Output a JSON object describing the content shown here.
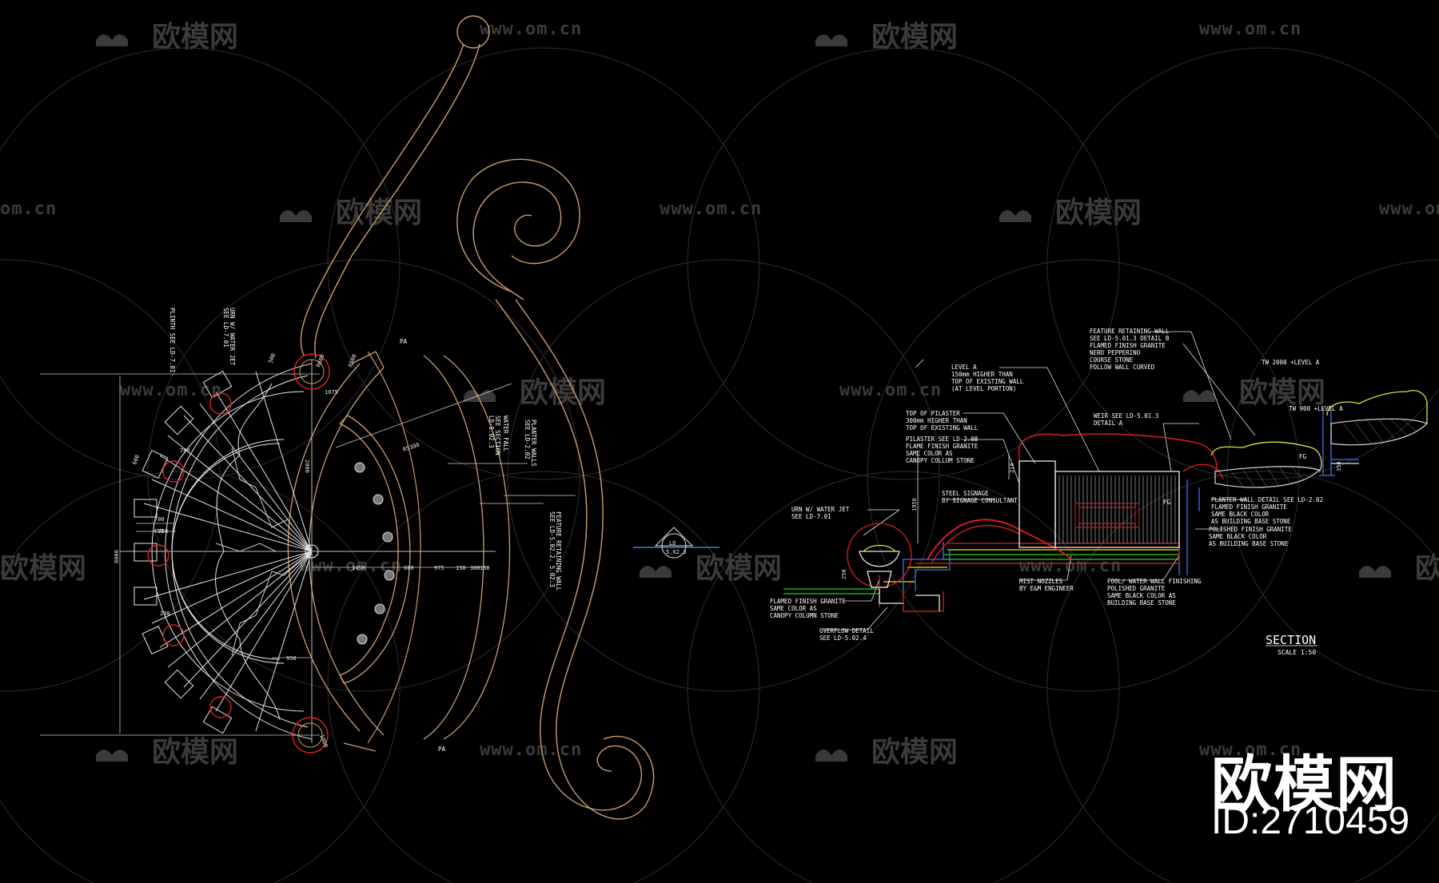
{
  "watermark": {
    "brand": "欧模网",
    "url": "www.om.cn",
    "url_short": "om.cn",
    "logo_big": "欧模网",
    "id": "ID:2710459"
  },
  "plan": {
    "labels": [
      {
        "t": "PLINTH SEE LD-7.01"
      },
      {
        "t": "URN W/ WATER JET"
      },
      {
        "t": "SEE LD-7.01"
      },
      {
        "t": "WATER FALL"
      },
      {
        "t": "SEE SECTION"
      },
      {
        "t": "LD-5.02.3"
      },
      {
        "t": "PLANTER WALLS"
      },
      {
        "t": "SEE LD-2.02"
      },
      {
        "t": "FEATURE RETAINING WALL"
      },
      {
        "t": "SEE LD-5.02.2, 5.02.3"
      },
      {
        "t": "PA"
      },
      {
        "t": "PA"
      }
    ],
    "dims": [
      "8000",
      "1450",
      "600",
      "975",
      "150",
      "300",
      "150",
      "950",
      "700",
      "750",
      "1075",
      "R5300",
      "2000",
      "R600",
      "R500",
      "600",
      "1000",
      "700",
      "450",
      "200",
      "500"
    ],
    "section_marker": {
      "top": "LD",
      "bottom": "5.02.3"
    }
  },
  "section": {
    "title": "SECTION",
    "scale": "SCALE 1:50",
    "notes": [
      [
        "FEATURE RETAINING WALL",
        "SEE LD-5.01.3 DETAIL B",
        "FLAMED FINISH GRANITE",
        "NERO PEPPERINO",
        "COURSE STONE",
        "FOLLOW WALL CURVED"
      ],
      [
        "LEVEL A",
        "150mm HIGHER THAN",
        "TOP OF EXISTING WALL",
        "(AT LEVEL PORTION)"
      ],
      [
        "TOP OF PILASTER",
        "300mm HIGHER THAN",
        "TOP OF EXISTING WALL"
      ],
      [
        "PILASTER SEE LD-2.08",
        "FLAME FINISH GRANITE",
        "SAME COLOR AS",
        "CANOPY COLLUM STONE"
      ],
      [
        "STEEL SIGNAGE",
        "BY SIGNAGE CONSULTANT"
      ],
      [
        "URN W/ WATER JET",
        "SEE LD-7.01"
      ],
      [
        "FLAMED FINISH GRANITE",
        "SAME COLOR AS",
        "CANOPY COLUMN STONE"
      ],
      [
        "OVERFLOW DETAIL",
        "SEE LD-5.02.4"
      ],
      [
        "MIST NOZZLES",
        "BY E&M ENGINEER"
      ],
      [
        "POOL/ WATER WALL FINISHING",
        "POLISHED GRANITE",
        "SAME BLACK COLOR AS",
        "BUILDING BASE STONE"
      ],
      [
        "WEIR SEE LD-5.01.3",
        "DETAIL A"
      ],
      [
        "PLANTER WALL DETAIL SEE LD-2.02",
        "FLAMED FINISH GRANITE",
        "SAME BLACK COLOR",
        "AS BUILDING BASE STONE"
      ],
      [
        "POLISHED FINISH GRANITE",
        "SAME BLACK COLOR",
        "AS BUILDING BASE STONE"
      ],
      [
        "TW 2000 +LEVEL A"
      ],
      [
        "TW 900 +LEVEL A"
      ],
      [
        "FG"
      ],
      [
        "FG"
      ]
    ],
    "dims": [
      "210",
      "1950",
      "250",
      "350"
    ]
  }
}
